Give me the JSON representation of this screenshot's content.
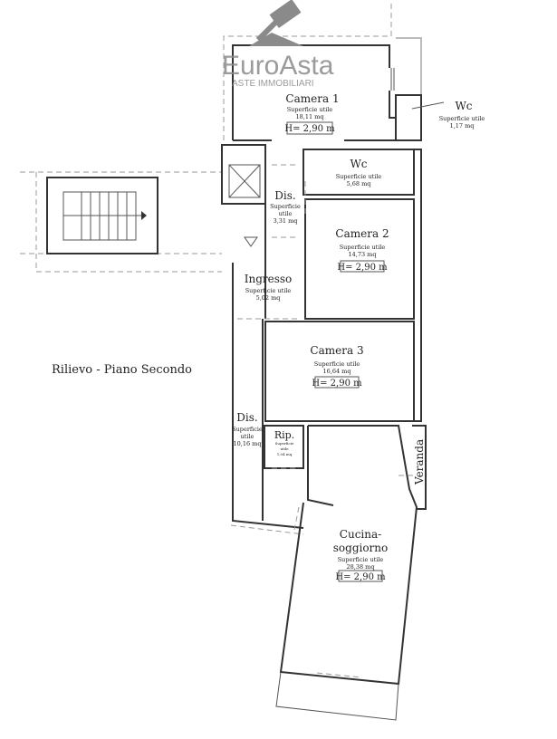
{
  "watermark": {
    "brand": "EuroAsta",
    "tagline": "ASTE IMMOBILIARI"
  },
  "plan_title": "Rilievo - Piano Secondo",
  "area_label": "Superficie utile",
  "rooms": [
    {
      "name": "Camera 1",
      "area": "18,11 mq",
      "height": "H= 2,90 m"
    },
    {
      "name": "Wc",
      "area": "1,17 mq"
    },
    {
      "name": "Wc",
      "area": "5,68 mq"
    },
    {
      "name": "Dis.",
      "area": "3,31 mq"
    },
    {
      "name": "Camera 2",
      "area": "14,73 mq",
      "height": "H= 2,90 m"
    },
    {
      "name": "Ingresso",
      "area": "5,02 mq"
    },
    {
      "name": "Camera 3",
      "area": "16,64 mq",
      "height": "H= 2,90 m"
    },
    {
      "name": "Dis.",
      "area": "10,16 mq"
    },
    {
      "name": "Rip.",
      "area": "1,04 mq"
    },
    {
      "name": "Cucina-",
      "name2": "soggiorno",
      "area": "28,38 mq",
      "height": "H= 2,90 m"
    },
    {
      "name": "Veranda"
    }
  ],
  "sub_split": {
    "line1": "Superficie",
    "line2": "utile"
  }
}
